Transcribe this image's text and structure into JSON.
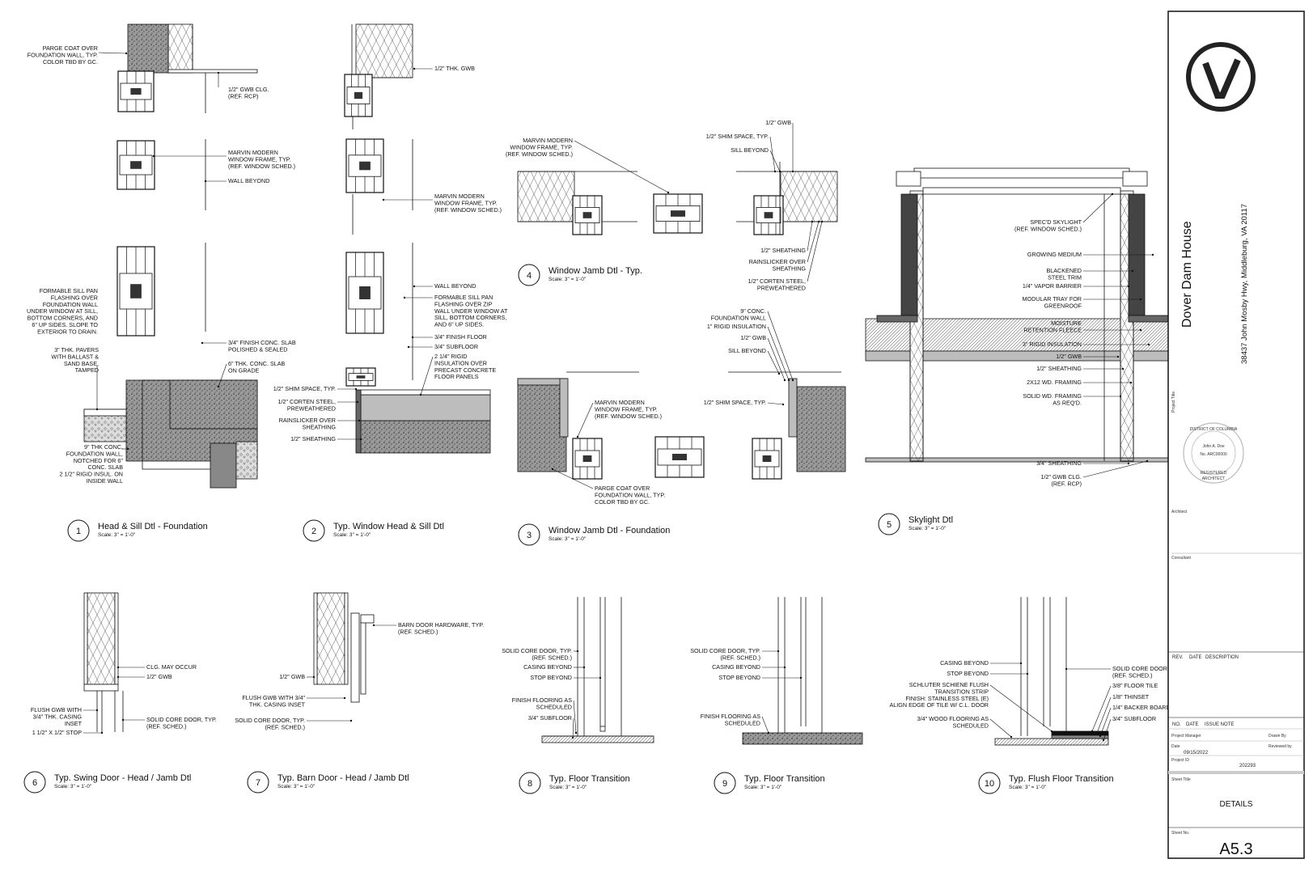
{
  "title_block": {
    "project": "Dover Dam House",
    "address": "38437 John Mosby Hwy, Middleburg, VA 20117",
    "rev_header": [
      "REV.",
      "DATE",
      "DESCRIPTION"
    ],
    "issue_header": [
      "NO.",
      "DATE",
      "ISSUE NOTE"
    ],
    "date": "09/15/2022",
    "project_id": "202293",
    "sheet_title": "DETAILS",
    "sheet_number": "A5.3",
    "seal_text": [
      "DISTRICT OF COLUMBIA",
      "John A. Doe",
      "No. ARC00000",
      "REGISTERED",
      "ARCHITECT"
    ]
  },
  "details": [
    {
      "num": "1",
      "title": "Head & Sill Dtl - Foundation",
      "scale": "Scale: 3\" = 1'-0\""
    },
    {
      "num": "2",
      "title": "Typ. Window Head & Sill Dtl",
      "scale": "Scale: 3\" = 1'-0\""
    },
    {
      "num": "3",
      "title": "Window Jamb Dtl - Foundation",
      "scale": "Scale: 3\" = 1'-0\""
    },
    {
      "num": "4",
      "title": "Window Jamb Dtl - Typ.",
      "scale": "Scale: 3\" = 1'-0\""
    },
    {
      "num": "5",
      "title": "Skylight Dtl",
      "scale": "Scale: 3\" = 1'-0\""
    },
    {
      "num": "6",
      "title": "Typ. Swing Door - Head / Jamb Dtl",
      "scale": "Scale: 3\" = 1'-0\""
    },
    {
      "num": "7",
      "title": "Typ. Barn Door - Head / Jamb Dtl",
      "scale": "Scale: 3\" = 1'-0\""
    },
    {
      "num": "8",
      "title": "Typ. Floor Transition",
      "scale": "Scale: 3\" = 1'-0\""
    },
    {
      "num": "9",
      "title": "Typ. Floor Transition",
      "scale": "Scale: 3\" = 1'-0\""
    },
    {
      "num": "10",
      "title": "Typ. Flush Floor Transition",
      "scale": "Scale: 3\" = 1'-0\""
    }
  ],
  "notes": {
    "d1": {
      "parge": [
        "PARGE COAT OVER",
        "FOUNDATION WALL, TYP.",
        "COLOR TBD BY GC."
      ],
      "gwb_clg": [
        "1/2\" GWB CLG.",
        "(REF. RCP)"
      ],
      "marvin": [
        "MARVIN MODERN",
        "WINDOW FRAME, TYP.",
        "(REF. WINDOW SCHED.)"
      ],
      "wall_beyond": [
        "WALL BEYOND"
      ],
      "sill_pan": [
        "FORMABLE SILL PAN",
        "FLASHING OVER",
        "FOUNDATION WALL",
        "UNDER WINDOW AT SILL,",
        "BOTTOM CORNERS, AND",
        "6\" UP SIDES. SLOPE TO",
        "EXTERIOR TO DRAIN."
      ],
      "pavers": [
        "3\" THK. PAVERS",
        "WITH BALLAST &",
        "SAND BASE,",
        "TAMPED"
      ],
      "finish_slab": [
        "3/4\" FINISH CONC. SLAB",
        "POLISHED & SEALED"
      ],
      "conc_slab": [
        "6\" THK. CONC. SLAB",
        "ON GRADE"
      ],
      "found_wall": [
        "9\" THK CONC.",
        "FOUNDATION WALL,",
        "NOTCHED FOR 6\"",
        "CONC. SLAB",
        "2 1/2\" RIGID INSUL. ON",
        "INSIDE WALL"
      ]
    },
    "d2": {
      "gwb": [
        "1/2\" THK. GWB"
      ],
      "marvin": [
        "MARVIN MODERN",
        "WINDOW FRAME, TYP.",
        "(REF. WINDOW SCHED.)"
      ],
      "wall_beyond": [
        "WALL BEYOND"
      ],
      "sill_pan": [
        "FORMABLE SILL PAN",
        "FLASHING OVER ZIP",
        "WALL UNDER WINDOW AT",
        "SILL, BOTTOM CORNERS,",
        "AND 6\" UP SIDES."
      ],
      "finish_floor": [
        "3/4\" FINISH FLOOR"
      ],
      "subfloor": [
        "3/4\" SUBFLOOR"
      ],
      "rigid": [
        "2 1/4\" RIGID",
        "INSULATION OVER",
        "PRECAST CONCRETE",
        "FLOOR PANELS"
      ],
      "shim": [
        "1/2\" SHIM SPACE, TYP."
      ],
      "corten": [
        "1/2\" CORTEN STEEL,",
        "PREWEATHERED"
      ],
      "rainslicker": [
        "RAINSLICKER OVER",
        "SHEATHING"
      ],
      "sheathing": [
        "1/2\" SHEATHING"
      ]
    },
    "d4": {
      "marvin": [
        "MARVIN MODERN",
        "WINDOW FRAME, TYP.",
        "(REF. WINDOW SCHED.)"
      ],
      "gwb": [
        "1/2\" GWB"
      ],
      "shim": [
        "1/2\" SHIM SPACE, TYP."
      ],
      "sill": [
        "SILL BEYOND"
      ],
      "sheathing": [
        "1/2\" SHEATHING"
      ],
      "rainslicker": [
        "RAINSLICKER OVER",
        "SHEATHING"
      ],
      "corten": [
        "1/2\" CORTEN STEEL,",
        "PREWEATHERED"
      ]
    },
    "d3": {
      "found_wall": [
        "9\" CONC.",
        "FOUNDATION WALL"
      ],
      "rigid": [
        "1\" RIGID INSULATION"
      ],
      "gwb": [
        "1/2\" GWB"
      ],
      "sill": [
        "SILL BEYOND"
      ],
      "marvin": [
        "MARVIN MODERN",
        "WINDOW FRAME, TYP.",
        "(REF. WINDOW SCHED.)"
      ],
      "shim": [
        "1/2\" SHIM SPACE, TYP."
      ],
      "parge": [
        "PARGE COAT OVER",
        "FOUNDATION WALL, TYP.",
        "COLOR TBD BY GC."
      ]
    },
    "d5": {
      "skylight": [
        "SPEC'D SKYLIGHT",
        "(REF. WINDOW SCHED.)"
      ],
      "growing": [
        "GROWING MEDIUM"
      ],
      "trim": [
        "BLACKENED",
        "STEEL TRIM"
      ],
      "vapor": [
        "1/4\" VAPOR BARRIER"
      ],
      "tray": [
        "MODULAR TRAY FOR",
        "GREENROOF"
      ],
      "fleece": [
        "MOISTURE",
        "RETENTION FLEECE"
      ],
      "rigid": [
        "3\" RIGID INSULATION"
      ],
      "gwb": [
        "1/2\" GWB"
      ],
      "sheathing": [
        "1/2\" SHEATHING"
      ],
      "framing": [
        "2X12 WD. FRAMING"
      ],
      "solid": [
        "SOLID WD. FRAMING",
        "AS REQ'D."
      ],
      "sheathing34": [
        "3/4\" SHEATHING"
      ],
      "gwb_clg": [
        "1/2\" GWB CLG.",
        "(REF. RCP)"
      ]
    },
    "d6": {
      "clg": [
        "CLG. MAY OCCUR"
      ],
      "gwb": [
        "1/2\" GWB"
      ],
      "flush": [
        "FLUSH GWB WITH",
        "3/4\" THK. CASING",
        "INSET"
      ],
      "stop": [
        "1 1/2\" X 1/2\" STOP"
      ],
      "door": [
        "SOLID CORE DOOR, TYP.",
        "(REF. SCHED.)"
      ]
    },
    "d7": {
      "hardware": [
        "BARN DOOR HARDWARE, TYP.",
        "(REF. SCHED.)"
      ],
      "gwb": [
        "1/2\" GWB"
      ],
      "flush": [
        "FLUSH GWB WITH 3/4\"",
        "THK. CASING INSET"
      ],
      "door": [
        "SOLID CORE DOOR, TYP.",
        "(REF. SCHED.)"
      ]
    },
    "d8": {
      "door": [
        "SOLID CORE DOOR, TYP.",
        "(REF. SCHED.)"
      ],
      "casing": [
        "CASING BEYOND"
      ],
      "stop": [
        "STOP BEYOND"
      ],
      "finish": [
        "FINISH FLOORING AS",
        "SCHEDULED"
      ],
      "subfloor": [
        "3/4\" SUBFLOOR"
      ]
    },
    "d9": {
      "door": [
        "SOLID CORE DOOR, TYP.",
        "(REF. SCHED.)"
      ],
      "casing": [
        "CASING BEYOND"
      ],
      "stop": [
        "STOP BEYOND"
      ],
      "finish": [
        "FINISH FLOORING AS",
        "SCHEDULED"
      ]
    },
    "d10": {
      "casing": [
        "CASING BEYOND"
      ],
      "stop": [
        "STOP BEYOND"
      ],
      "schluter": [
        "SCHLUTER SCHIENE FLUSH",
        "TRANSITION STRIP",
        "FINISH: STAINLESS STEEL (E)",
        "ALIGN EDGE OF TILE W/ C.L. DOOR"
      ],
      "wood": [
        "3/4\" WOOD FLOORING AS",
        "SCHEDULED"
      ],
      "door": [
        "SOLID CORE DOOR, TYP.",
        "(REF. SCHED.)"
      ],
      "tile": [
        "3/8\" FLOOR TILE"
      ],
      "thinset": [
        "1/8\" THINSET"
      ],
      "backer": [
        "1/4\" BACKER BOARD"
      ],
      "subfloor": [
        "3/4\" SUBFLOOR"
      ]
    }
  }
}
